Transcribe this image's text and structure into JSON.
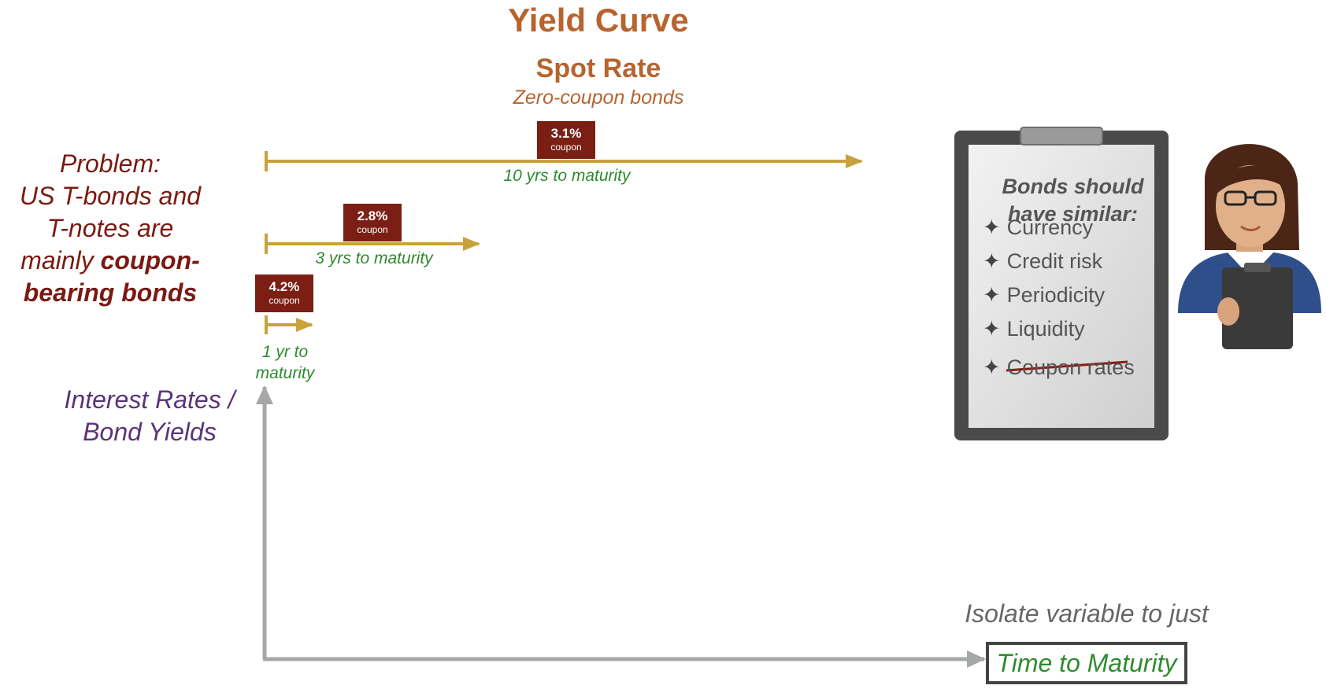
{
  "header": {
    "title": "Yield Curve",
    "subtitle": "Spot Rate",
    "subnote": "Zero-coupon bonds"
  },
  "problem": {
    "line1": "Problem:",
    "line2": "US T-bonds and",
    "line3": "T-notes are",
    "line4_plain": "mainly ",
    "line4_bold": "coupon-",
    "line5_bold": "bearing bonds"
  },
  "axis": {
    "y_label_line1": "Interest Rates /",
    "y_label_line2": "Bond Yields",
    "x_note": "Isolate variable to just",
    "x_label": "Time to Maturity"
  },
  "bonds": [
    {
      "rate": "3.1%",
      "coupon_label": "coupon",
      "maturity": "10 yrs to maturity"
    },
    {
      "rate": "2.8%",
      "coupon_label": "coupon",
      "maturity": "3 yrs to maturity"
    },
    {
      "rate": "4.2%",
      "coupon_label": "coupon",
      "maturity_line1": "1 yr to",
      "maturity_line2": "maturity"
    }
  ],
  "clipboard": {
    "heading_line1": "Bonds should",
    "heading_line2": "have similar:",
    "bullet": "✦",
    "items": [
      "Currency",
      "Credit risk",
      "Periodicity",
      "Liquidity",
      "Coupon rates"
    ],
    "crossed_out_item": "Coupon rates"
  },
  "colors": {
    "title": "#b8642e",
    "problem": "#7a1a12",
    "badge": "#7b1f14",
    "arrow": "#c9a23c",
    "maturity_text": "#2e8b2e",
    "axis_label": "#5a3378",
    "axis": "#a6a8a8"
  },
  "icons": [
    "clipboard-icon",
    "person-with-clipboard-icon"
  ]
}
